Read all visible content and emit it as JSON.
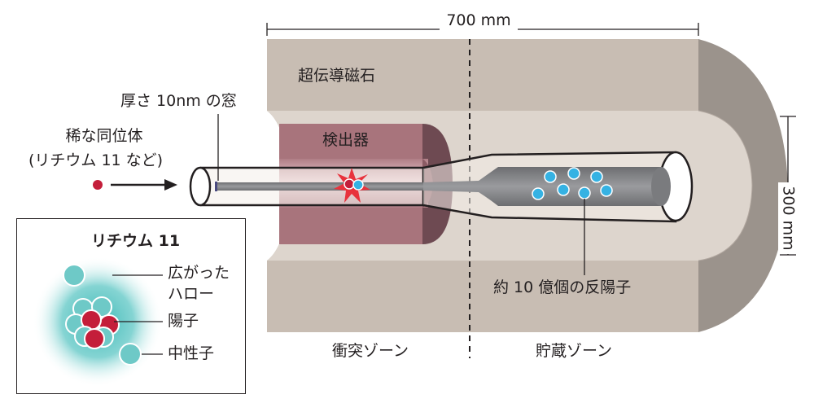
{
  "dimensions": {
    "length": "700 mm",
    "diameter": "300 mm"
  },
  "labels": {
    "magnet": "超伝導磁石",
    "window": "厚さ 10nm の窓",
    "isotope_line1": "稀な同位体",
    "isotope_line2": "(リチウム 11 など)",
    "detector": "検出器",
    "antiprotons": "約 10 億個の反陽子",
    "collision_zone": "衝突ゾーン",
    "storage_zone": "貯蔵ゾーン"
  },
  "inset": {
    "title": "リチウム 11",
    "halo_line1": "広がった",
    "halo_line2": "ハロー",
    "proton": "陽子",
    "neutron": "中性子"
  },
  "colors": {
    "magnet_face": "#c8bdb3",
    "magnet_dark": "#9b938c",
    "bore": "#ddd5cd",
    "detector": "#a8747c",
    "detector_dark": "#6e4a52",
    "beam_pipe": "#808185",
    "antiproton": "#35b2e3",
    "proton": "#c41e3a",
    "neutron": "#6ec9c7",
    "halo": "#3bb8b6",
    "star": "#e8323c"
  }
}
